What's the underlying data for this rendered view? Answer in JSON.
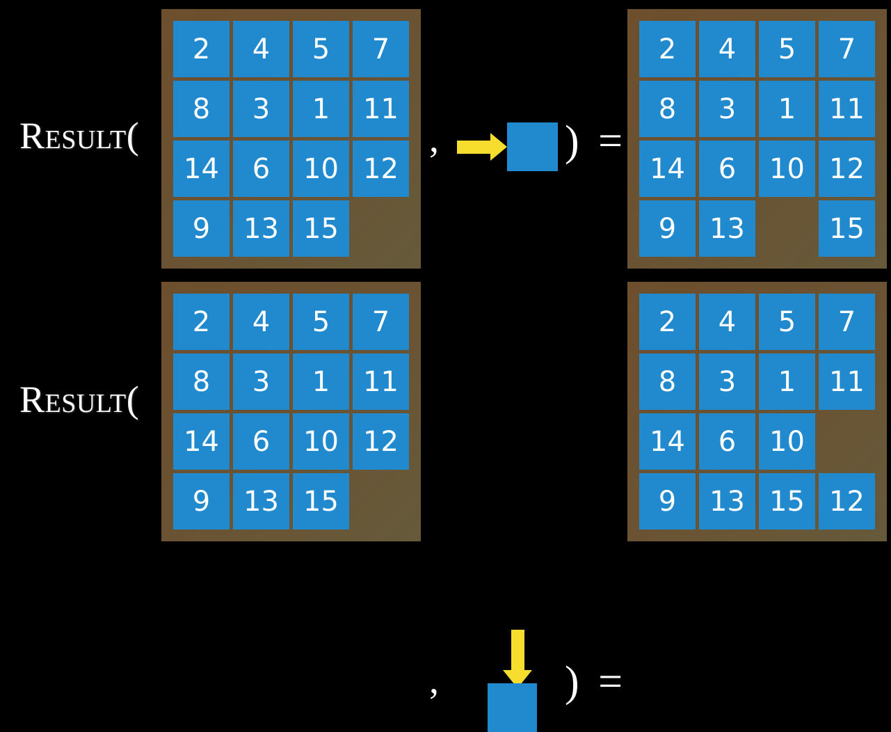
{
  "colors": {
    "background": "#000000",
    "tile": "#2189ce",
    "board_brown": "#6a5232",
    "arrow_yellow": "#f7de2e",
    "text": "#ffffff"
  },
  "labels": {
    "result": "Result(",
    "comma": ",",
    "close_paren_equals": ") ="
  },
  "rows": [
    {
      "id": "top",
      "function_label": "Result(",
      "comma": ",",
      "close_paren_equals": ") =",
      "action": {
        "icon": "arrow-right-icon",
        "direction": "right",
        "description": "slide tile right"
      },
      "input_board": {
        "name": "15-puzzle-input",
        "rows": [
          [
            "2",
            "4",
            "5",
            "7"
          ],
          [
            "8",
            "3",
            "1",
            "11"
          ],
          [
            "14",
            "6",
            "10",
            "12"
          ],
          [
            "9",
            "13",
            "15",
            ""
          ]
        ]
      },
      "output_board": {
        "name": "15-puzzle-output",
        "rows": [
          [
            "2",
            "4",
            "5",
            "7"
          ],
          [
            "8",
            "3",
            "1",
            "11"
          ],
          [
            "14",
            "6",
            "10",
            "12"
          ],
          [
            "9",
            "13",
            "",
            "15"
          ]
        ]
      }
    },
    {
      "id": "bottom",
      "function_label": "Result(",
      "comma": ",",
      "close_paren_equals": ") =",
      "action": {
        "icon": "arrow-down-icon",
        "direction": "down",
        "description": "slide tile down"
      },
      "input_board": {
        "name": "15-puzzle-input",
        "rows": [
          [
            "2",
            "4",
            "5",
            "7"
          ],
          [
            "8",
            "3",
            "1",
            "11"
          ],
          [
            "14",
            "6",
            "10",
            "12"
          ],
          [
            "9",
            "13",
            "15",
            ""
          ]
        ]
      },
      "output_board": {
        "name": "15-puzzle-output",
        "rows": [
          [
            "2",
            "4",
            "5",
            "7"
          ],
          [
            "8",
            "3",
            "1",
            "11"
          ],
          [
            "14",
            "6",
            "10",
            ""
          ],
          [
            "9",
            "13",
            "15",
            "12"
          ]
        ]
      }
    }
  ]
}
